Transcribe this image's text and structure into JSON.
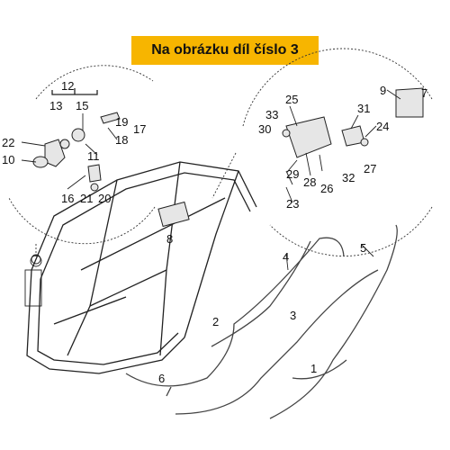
{
  "banner": {
    "text": "Na obrázku díl číslo 3"
  },
  "labels": {
    "l1": "1",
    "l2": "2",
    "l3": "3",
    "l4": "4",
    "l5": "5",
    "l6": "6",
    "l7": "7",
    "l8": "8",
    "l9": "9",
    "l10": "10",
    "l11": "11",
    "l12": "12",
    "l13": "13",
    "l15": "15",
    "l16": "16",
    "l17": "17",
    "l18": "18",
    "l19": "19",
    "l20": "20",
    "l21": "21",
    "l22": "22",
    "l23": "23",
    "l24": "24",
    "l25": "25",
    "l26": "26",
    "l27": "27",
    "l28": "28",
    "l29": "29",
    "l30": "30",
    "l31": "31",
    "l32": "32",
    "l33": "33"
  },
  "colors": {
    "banner_bg": "#f7b500",
    "ink": "#222222"
  }
}
